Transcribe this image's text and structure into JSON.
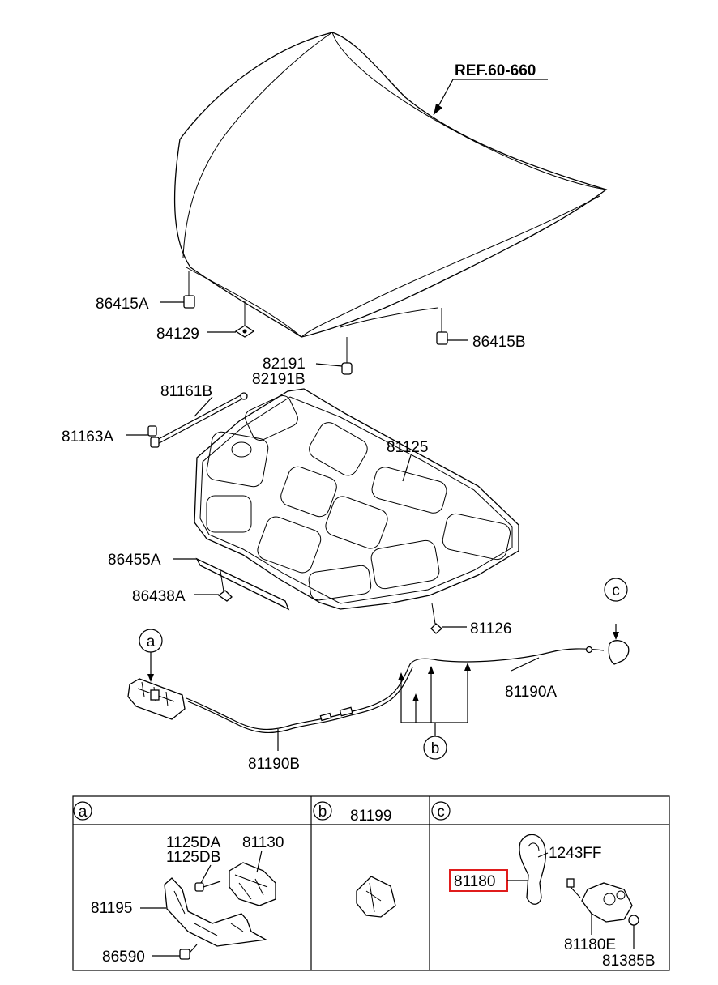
{
  "reference": "REF.60-660",
  "parts": {
    "p86415A": "86415A",
    "p84129": "84129",
    "p86415B": "86415B",
    "p82191": "82191",
    "p82191B": "82191B",
    "p81161B": "81161B",
    "p81163A": "81163A",
    "p81125": "81125",
    "p86455A": "86455A",
    "p86438A": "86438A",
    "p81126": "81126",
    "p81190A": "81190A",
    "p81190B": "81190B"
  },
  "callouts": {
    "a": "a",
    "b": "b",
    "c": "c"
  },
  "table": {
    "col_a": {
      "letter": "a",
      "title": ""
    },
    "col_b": {
      "letter": "b",
      "title": "81199"
    },
    "col_c": {
      "letter": "c",
      "title": ""
    },
    "a_parts": {
      "p1125DA": "1125DA",
      "p1125DB": "1125DB",
      "p81130": "81130",
      "p81195": "81195",
      "p86590": "86590"
    },
    "c_parts": {
      "p1243FF": "1243FF",
      "p81180": "81180",
      "p81180E": "81180E",
      "p81385B": "81385B"
    }
  },
  "highlight": {
    "part": "81180",
    "color": "#e01c1c"
  }
}
